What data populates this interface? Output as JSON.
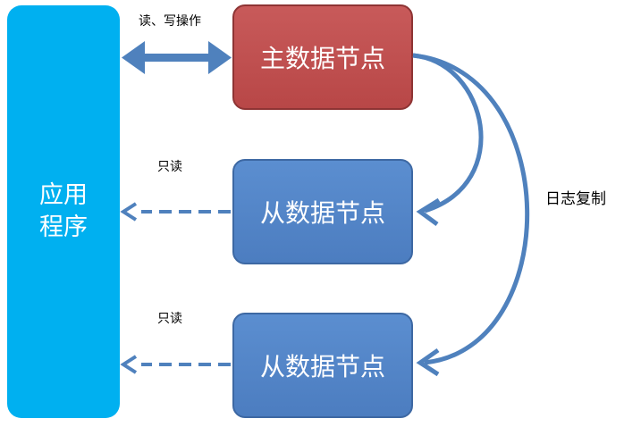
{
  "application": {
    "label": "应用程序"
  },
  "master_node": {
    "label": "主数据节点"
  },
  "slave_nodes": [
    {
      "label": "从数据节点"
    },
    {
      "label": "从数据节点"
    }
  ],
  "edges": {
    "read_write": "读、写操作",
    "read_only_1": "只读",
    "read_only_2": "只读",
    "log_replication": "日志复制"
  },
  "colors": {
    "application": "#00b0f0",
    "master": "#c0504d",
    "slave": "#4f81bd",
    "arrow": "#4f81bd"
  }
}
